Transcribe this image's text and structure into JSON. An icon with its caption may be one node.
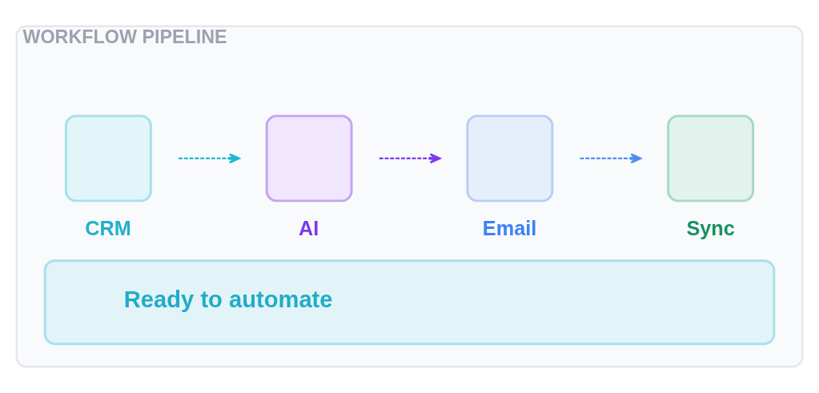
{
  "diagram": {
    "nodes": [
      {
        "text": [
          "WORKFLOW PIPELINE"
        ]
      },
      {
        "text": [
          "CRM"
        ],
        "in": 0
      },
      {
        "text": [
          "AI"
        ],
        "in": 0
      },
      {
        "text": [
          "Email"
        ],
        "in": 0
      },
      {
        "text": [
          "Sync"
        ],
        "in": 0
      },
      {
        "text": [
          "Ready to automate"
        ],
        "in": 0
      }
    ],
    "edges": [
      {
        "from": 1,
        "to": 2,
        "arrow": "to",
        "style": "dashed",
        "color": "#22b8cf"
      },
      {
        "from": 2,
        "to": 3,
        "arrow": "to",
        "style": "dashed",
        "color": "#7c3aed"
      },
      {
        "from": 3,
        "to": 4,
        "arrow": "to",
        "style": "dashed",
        "color": "#4f8ef0"
      }
    ]
  }
}
